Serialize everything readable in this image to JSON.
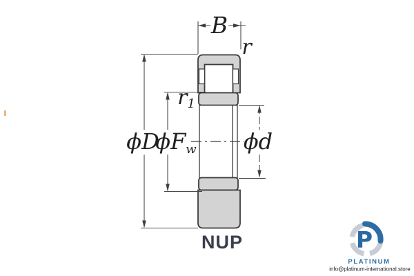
{
  "diagram": {
    "labels": {
      "width": "B",
      "outer_radius": "r",
      "inner_radius_base": "r",
      "inner_radius_sub": "1",
      "outer_diameter": "ϕD",
      "raceway_diameter_base": "ϕF",
      "raceway_diameter_sub": "w",
      "bore_diameter": "ϕd",
      "type_code": "NUP"
    },
    "colors": {
      "line": "#3c3c3c",
      "ring_fill": "#d3d3d3",
      "background": "#ffffff"
    }
  },
  "branding": {
    "logo_letter": "P",
    "brand_name": "PLATINUM",
    "email": "info@platinum-international.store",
    "colors": {
      "blue": "#2e6da4",
      "gray": "#c9ccd4"
    }
  }
}
